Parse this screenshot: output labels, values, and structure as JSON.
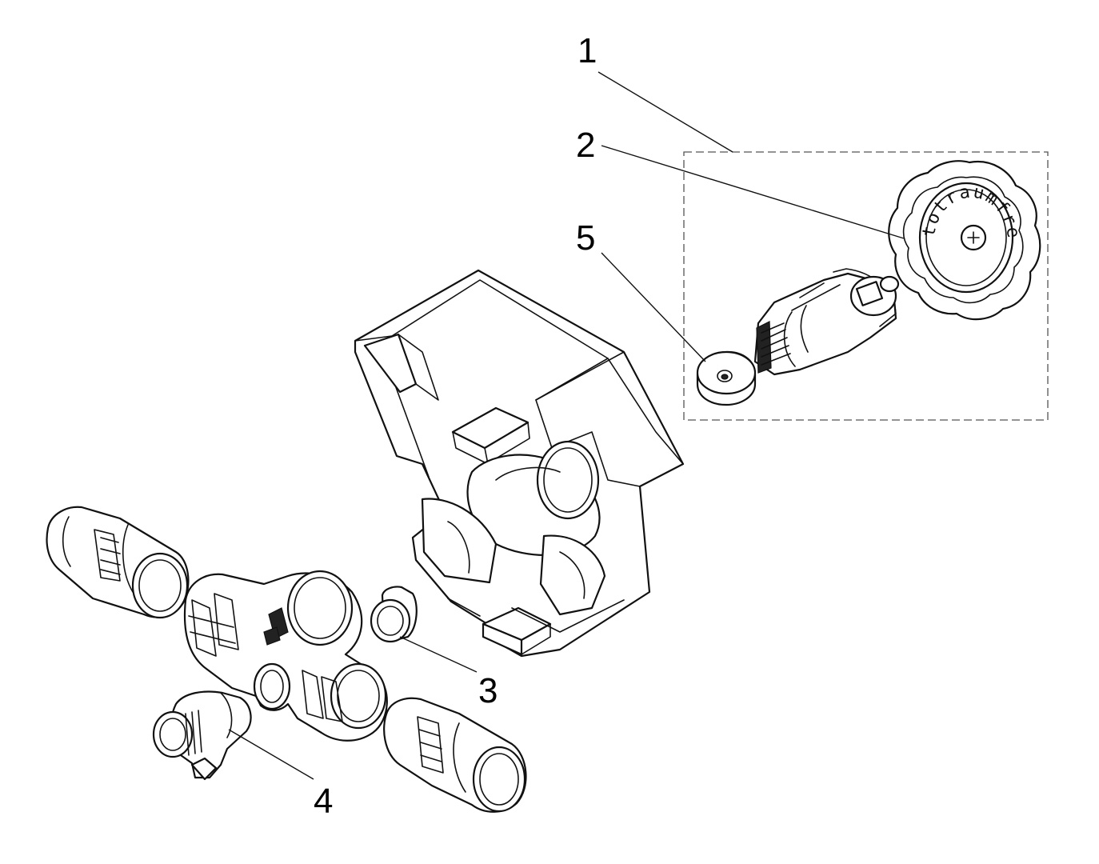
{
  "callouts": [
    {
      "id": "1",
      "label": "1"
    },
    {
      "id": "2",
      "label": "2"
    },
    {
      "id": "5",
      "label": "5"
    },
    {
      "id": "3",
      "label": "3"
    },
    {
      "id": "4",
      "label": "4"
    }
  ],
  "knob_marking": "totraumfrei"
}
